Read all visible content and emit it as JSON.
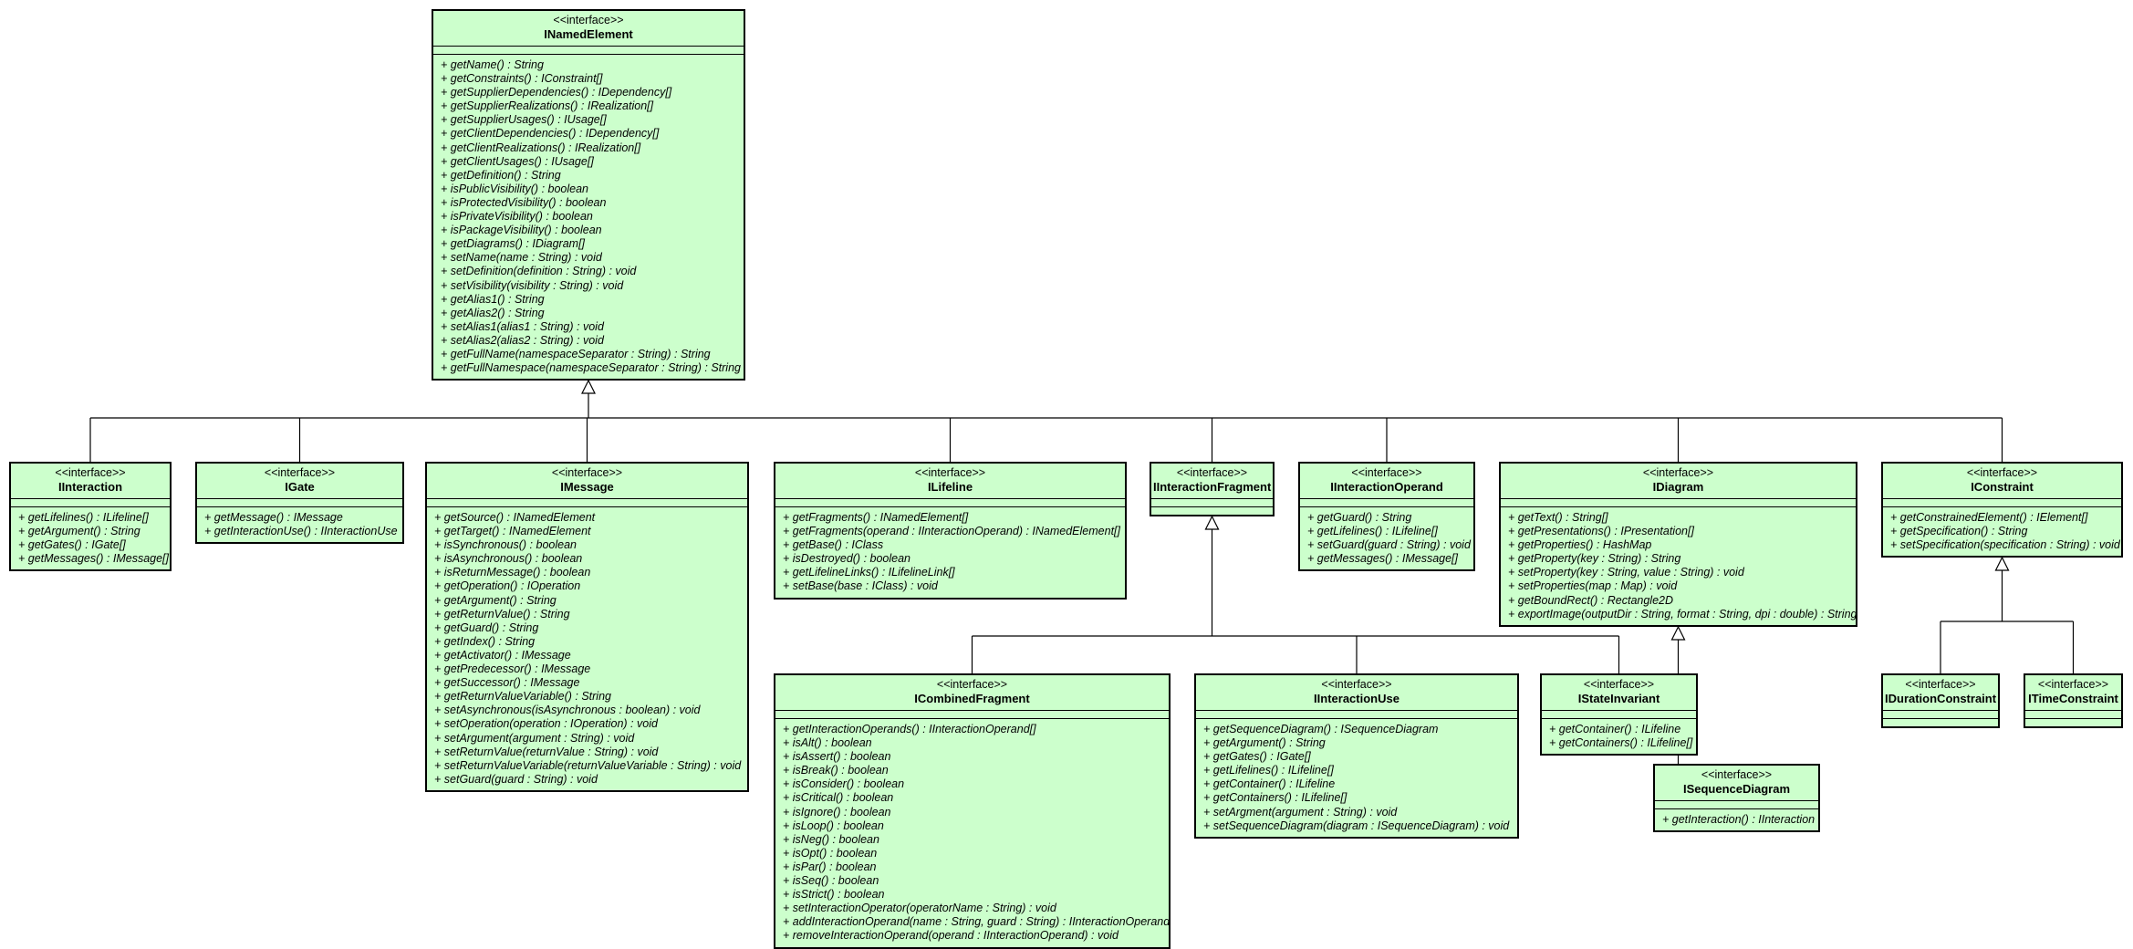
{
  "stereotype": "<<interface>>",
  "classes": [
    {
      "id": "INamedElement",
      "name": "INamedElement",
      "ops": [
        "+ getName() : String",
        "+ getConstraints() : IConstraint[]",
        "+ getSupplierDependencies() : IDependency[]",
        "+ getSupplierRealizations() : IRealization[]",
        "+ getSupplierUsages() : IUsage[]",
        "+ getClientDependencies() : IDependency[]",
        "+ getClientRealizations() : IRealization[]",
        "+ getClientUsages() : IUsage[]",
        "+ getDefinition() : String",
        "+ isPublicVisibility() : boolean",
        "+ isProtectedVisibility() : boolean",
        "+ isPrivateVisibility() : boolean",
        "+ isPackageVisibility() : boolean",
        "+ getDiagrams() : IDiagram[]",
        "+ setName(name : String) : void",
        "+ setDefinition(definition : String) : void",
        "+ setVisibility(visibility : String) : void",
        "+ getAlias1() : String",
        "+ getAlias2() : String",
        "+ setAlias1(alias1 : String) : void",
        "+ setAlias2(alias2 : String) : void",
        "+ getFullName(namespaceSeparator : String) : String",
        "+ getFullNamespace(namespaceSeparator : String) : String"
      ]
    },
    {
      "id": "IInteraction",
      "name": "IInteraction",
      "ops": [
        "+ getLifelines() : ILifeline[]",
        "+ getArgument() : String",
        "+ getGates() : IGate[]",
        "+ getMessages() : IMessage[]"
      ]
    },
    {
      "id": "IGate",
      "name": "IGate",
      "ops": [
        "+ getMessage() : IMessage",
        "+ getInteractionUse() : IInteractionUse"
      ]
    },
    {
      "id": "IMessage",
      "name": "IMessage",
      "ops": [
        "+ getSource() : INamedElement",
        "+ getTarget() : INamedElement",
        "+ isSynchronous() : boolean",
        "+ isAsynchronous() : boolean",
        "+ isReturnMessage() : boolean",
        "+ getOperation() : IOperation",
        "+ getArgument() : String",
        "+ getReturnValue() : String",
        "+ getGuard() : String",
        "+ getIndex() : String",
        "+ getActivator() : IMessage",
        "+ getPredecessor() : IMessage",
        "+ getSuccessor() : IMessage",
        "+ getReturnValueVariable() : String",
        "+ setAsynchronous(isAsynchronous : boolean) : void",
        "+ setOperation(operation : IOperation) : void",
        "+ setArgument(argument : String) : void",
        "+ setReturnValue(returnValue : String) : void",
        "+ setReturnValueVariable(returnValueVariable : String) : void",
        "+ setGuard(guard : String) : void"
      ]
    },
    {
      "id": "ILifeline",
      "name": "ILifeline",
      "ops": [
        "+ getFragments() : INamedElement[]",
        "+ getFragments(operand : IInteractionOperand) : INamedElement[]",
        "+ getBase() : IClass",
        "+ isDestroyed() : boolean",
        "+ getLifelineLinks() : ILifelineLink[]",
        "+ setBase(base : IClass) : void"
      ]
    },
    {
      "id": "IInteractionFragment",
      "name": "IInteractionFragment",
      "ops": []
    },
    {
      "id": "IInteractionOperand",
      "name": "IInteractionOperand",
      "ops": [
        "+ getGuard() : String",
        "+ getLifelines() : ILifeline[]",
        "+ setGuard(guard : String) : void",
        "+ getMessages() : IMessage[]"
      ]
    },
    {
      "id": "IDiagram",
      "name": "IDiagram",
      "ops": [
        "+ getText() : String[]",
        "+ getPresentations() : IPresentation[]",
        "+ getProperties() : HashMap",
        "+ getProperty(key : String) : String",
        "+ setProperty(key : String, value : String) : void",
        "+ setProperties(map : Map) : void",
        "+ getBoundRect() : Rectangle2D",
        "+ exportImage(outputDir : String, format : String, dpi : double) : String"
      ]
    },
    {
      "id": "IConstraint",
      "name": "IConstraint",
      "ops": [
        "+ getConstrainedElement() : IElement[]",
        "+ getSpecification() : String",
        "+ setSpecification(specification : String) : void"
      ]
    },
    {
      "id": "ICombinedFragment",
      "name": "ICombinedFragment",
      "ops": [
        "+ getInteractionOperands() : IInteractionOperand[]",
        "+ isAlt() : boolean",
        "+ isAssert() : boolean",
        "+ isBreak() : boolean",
        "+ isConsider() : boolean",
        "+ isCritical() : boolean",
        "+ isIgnore() : boolean",
        "+ isLoop() : boolean",
        "+ isNeg() : boolean",
        "+ isOpt() : boolean",
        "+ isPar() : boolean",
        "+ isSeq() : boolean",
        "+ isStrict() : boolean",
        "+ setInteractionOperator(operatorName : String) : void",
        "+ addInteractionOperand(name : String, guard : String) : IInteractionOperand",
        "+ removeInteractionOperand(operand : IInteractionOperand) : void"
      ]
    },
    {
      "id": "IInteractionUse",
      "name": "IInteractionUse",
      "ops": [
        "+ getSequenceDiagram() : ISequenceDiagram",
        "+ getArgument() : String",
        "+ getGates() : IGate[]",
        "+ getLifelines() : ILifeline[]",
        "+ getContainer() : ILifeline",
        "+ getContainers() : ILifeline[]",
        "+ setArgment(argument : String) : void",
        "+ setSequenceDiagram(diagram : ISequenceDiagram) : void"
      ]
    },
    {
      "id": "IStateInvariant",
      "name": "IStateInvariant",
      "ops": [
        "+ getContainer() : ILifeline",
        "+ getContainers() : ILifeline[]"
      ]
    },
    {
      "id": "ISequenceDiagram",
      "name": "ISequenceDiagram",
      "ops": [
        "+ getInteraction() : IInteraction"
      ]
    },
    {
      "id": "IDurationConstraint",
      "name": "IDurationConstraint",
      "ops": []
    },
    {
      "id": "ITimeConstraint",
      "name": "ITimeConstraint",
      "ops": []
    }
  ],
  "generalizations": [
    {
      "from": "IInteraction",
      "to": "INamedElement"
    },
    {
      "from": "IGate",
      "to": "INamedElement"
    },
    {
      "from": "IMessage",
      "to": "INamedElement"
    },
    {
      "from": "ILifeline",
      "to": "INamedElement"
    },
    {
      "from": "IInteractionFragment",
      "to": "INamedElement"
    },
    {
      "from": "IInteractionOperand",
      "to": "INamedElement"
    },
    {
      "from": "IDiagram",
      "to": "INamedElement"
    },
    {
      "from": "IConstraint",
      "to": "INamedElement"
    },
    {
      "from": "ICombinedFragment",
      "to": "IInteractionFragment"
    },
    {
      "from": "IInteractionUse",
      "to": "IInteractionFragment"
    },
    {
      "from": "IStateInvariant",
      "to": "IInteractionFragment"
    },
    {
      "from": "ISequenceDiagram",
      "to": "IDiagram"
    },
    {
      "from": "IDurationConstraint",
      "to": "IConstraint"
    },
    {
      "from": "ITimeConstraint",
      "to": "IConstraint"
    }
  ]
}
